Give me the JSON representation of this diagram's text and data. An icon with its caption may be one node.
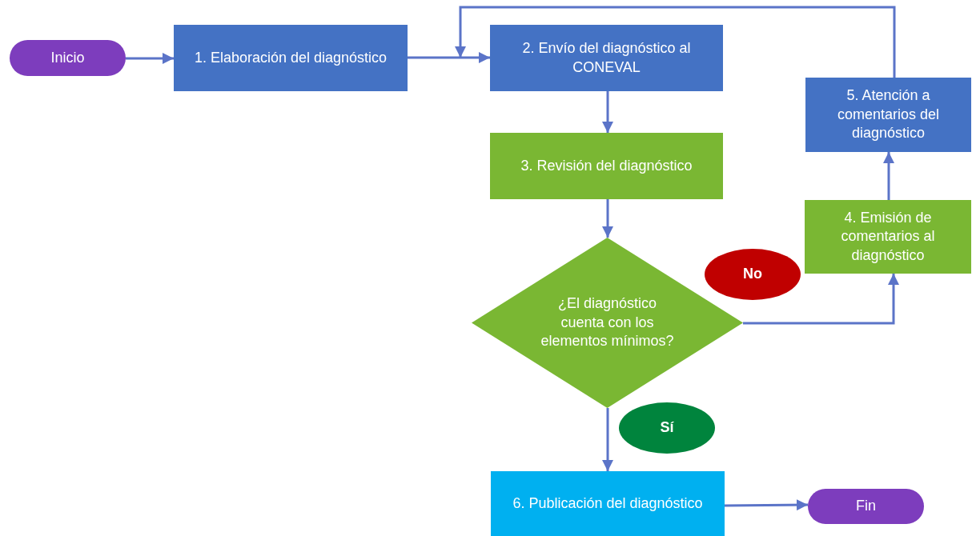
{
  "diagram": {
    "nodes": [
      {
        "text": [
          "Inicio"
        ]
      },
      {
        "text": [
          "1. Elaboración del diagnóstico"
        ]
      },
      {
        "text": [
          "2. Envío del diagnóstico al CONEVAL"
        ]
      },
      {
        "text": [
          "5. Atención a comentarios del diagnóstico"
        ]
      },
      {
        "text": [
          "3. Revisión del diagnóstico"
        ]
      },
      {
        "text": [
          "4. Emisión de comentarios al diagnóstico"
        ]
      },
      {
        "text": [
          "No"
        ]
      },
      {
        "text": [
          "¿El diagnóstico cuenta con los elementos mínimos?"
        ]
      },
      {
        "text": [
          "Sí"
        ]
      },
      {
        "text": [
          "6. Publicación del diagnóstico"
        ]
      },
      {
        "text": [
          "Fin"
        ]
      }
    ],
    "edges": [
      {
        "from": 0,
        "to": 1,
        "arrow": "to"
      },
      {
        "from": 1,
        "to": 2,
        "arrow": "to"
      },
      {
        "from": 2,
        "to": 4,
        "arrow": "to"
      },
      {
        "from": 4,
        "to": 7,
        "arrow": "to"
      },
      {
        "from": 7,
        "to": 5,
        "arrow": "to"
      },
      {
        "from": 5,
        "to": 3,
        "arrow": "to"
      },
      {
        "from": 3,
        "to": 2,
        "arrow": "to"
      },
      {
        "from": 7,
        "to": 9,
        "arrow": "to"
      },
      {
        "from": 9,
        "to": 10,
        "arrow": "to"
      }
    ]
  }
}
